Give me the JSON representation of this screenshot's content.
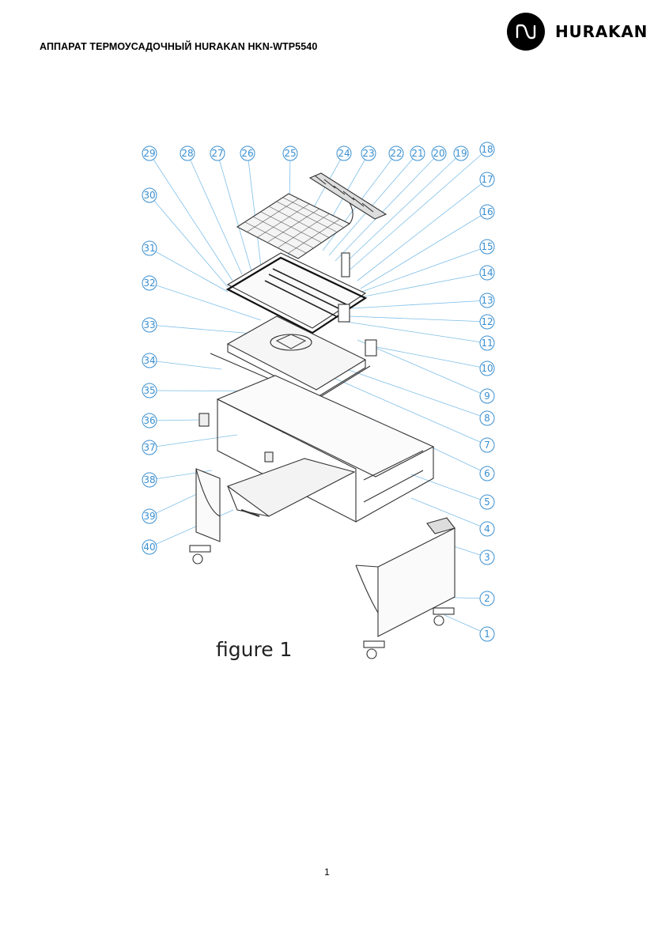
{
  "header": {
    "document_title": "АППАРАТ ТЕРМОУСАДОЧНЫЙ HURAKAN HKN-WTP5540",
    "brand": "HURAKAN"
  },
  "figure": {
    "caption": "figure 1",
    "callouts": [
      "1",
      "2",
      "3",
      "4",
      "5",
      "6",
      "7",
      "8",
      "9",
      "10",
      "11",
      "12",
      "13",
      "14",
      "15",
      "16",
      "17",
      "18",
      "19",
      "20",
      "21",
      "22",
      "23",
      "24",
      "25",
      "26",
      "27",
      "28",
      "29",
      "30",
      "31",
      "32",
      "33",
      "34",
      "35",
      "36",
      "37",
      "38",
      "39",
      "40"
    ]
  },
  "footer": {
    "page_number": "1"
  },
  "colors": {
    "callout": "#3a8fd0",
    "line_art": "#333333"
  },
  "icons": {
    "logo": "hurakan-logo-icon"
  }
}
